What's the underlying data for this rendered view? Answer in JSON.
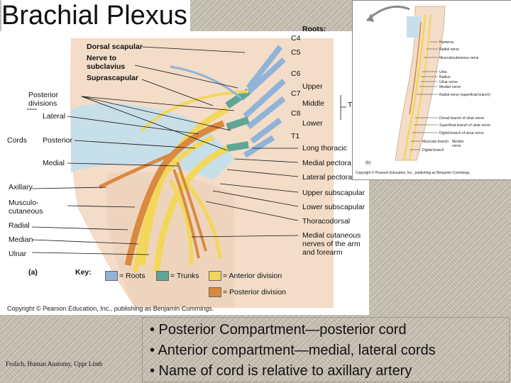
{
  "title": "Brachial Plexus",
  "figure": {
    "roots_label": "Roots:",
    "root_labels": [
      "C4",
      "C5",
      "C6",
      "C7",
      "C8",
      "T1"
    ],
    "left_labels": {
      "dorsal_scapular": "Dorsal scapular",
      "nerve_to_subclavius_1": "Nerve to",
      "nerve_to_subclavius_2": "subclavius",
      "suprascapular": "Suprascapular",
      "posterior_divisions_1": "Posterior",
      "posterior_divisions_2": "divisions",
      "lateral": "Lateral",
      "cords": "Cords",
      "posterior": "Posterior",
      "medial": "Medial",
      "axillary": "Axillary",
      "musculo_1": "Musculo-",
      "musculo_2": "cutaneous",
      "radial": "Radial",
      "median": "Median",
      "ulnar": "Ulnar"
    },
    "right_labels": {
      "upper": "Upper",
      "middle": "Middle",
      "lower": "Lower",
      "trunks": "Tru",
      "long_thoracic": "Long thoracic",
      "medial_pectoral": "Medial pectora",
      "lateral_pectoral": "Lateral pectora",
      "upper_subscapular": "Upper subscapular",
      "lower_subscapular": "Lower subscapular",
      "thoracodorsal": "Thoracodorsal",
      "medial_cutaneous_1": "Medial cutaneous",
      "medial_cutaneous_2": "nerves of the arm",
      "medial_cutaneous_3": "and forearm"
    },
    "panel_label": "(a)",
    "key_label": "Key:",
    "key_items": [
      {
        "label": "= Roots",
        "color": "#8fb4d8"
      },
      {
        "label": "= Trunks",
        "color": "#5fa596"
      },
      {
        "label": "= Anterior division",
        "color": "#f2d75a"
      },
      {
        "label": "= Posterior division",
        "color": "#d98a3f"
      }
    ],
    "copyright": "Copyright © Pearson Education, Inc., publishing as Benjamin Cummings."
  },
  "inset": {
    "labels": [
      "Humerus",
      "Radial nerve",
      "Musculocutaneous nerve",
      "Ulna",
      "Radius",
      "Ulnar nerve",
      "Median nerve",
      "Radial nerve (superficial branch)",
      "Dorsal branch of ulnar nerve",
      "Superficial branch of ulnar nerve",
      "Digital branch of ulnar nerve",
      "Muscular branch",
      "Digital branch",
      "Median",
      "nerve"
    ],
    "panel_label": "(b)",
    "copyright": "Copyright © Pearson Education, Inc., publishing as Benjamin Cummings."
  },
  "credit": "Frolich, Human Anatomy, Uppr Limb",
  "bullets": [
    "• Posterior Compartment—posterior cord",
    "• Anterior compartment—medial, lateral cords",
    "• Name of cord is relative to axillary artery"
  ]
}
